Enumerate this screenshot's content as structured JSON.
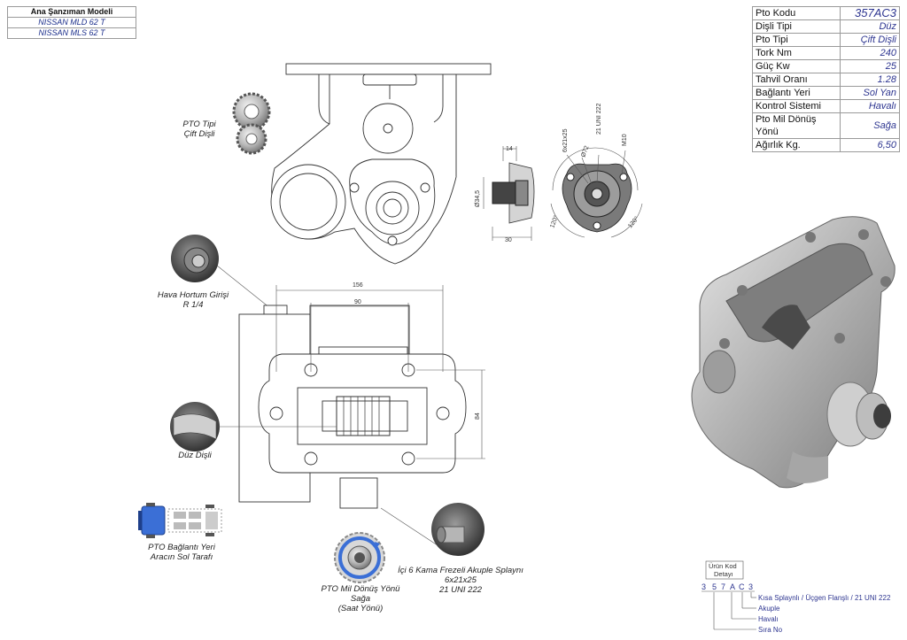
{
  "model_table": {
    "header": "Ana Şanzıman Modeli",
    "rows": [
      "NISSAN MLD 62 T",
      "NISSAN MLS 62 T"
    ]
  },
  "spec_table": [
    {
      "label": "Pto Kodu",
      "value": "357AC3"
    },
    {
      "label": "Dişli Tipi",
      "value": "Düz"
    },
    {
      "label": "Pto Tipi",
      "value": "Çift Dişli"
    },
    {
      "label": "Tork Nm",
      "value": "240"
    },
    {
      "label": "Güç Kw",
      "value": "25"
    },
    {
      "label": "Tahvil Oranı",
      "value": "1.28"
    },
    {
      "label": "Bağlantı Yeri",
      "value": "Sol Yan"
    },
    {
      "label": "Kontrol Sistemi",
      "value": "Havalı"
    },
    {
      "label": "Pto Mil Dönüş Yönü",
      "value": "Sağa"
    },
    {
      "label": "Ağırlık Kg.",
      "value": "6,50"
    }
  ],
  "captions": {
    "pto_tipi": [
      "PTO Tipi",
      "Çift Dişli"
    ],
    "hava_hortum": [
      "Hava Hortum Girişi",
      "R 1/4"
    ],
    "duz_disli": [
      "Düz Dişli"
    ],
    "baglanti_yeri": [
      "PTO Bağlantı Yeri",
      "Aracın Sol Tarafı"
    ],
    "mil_donus": [
      "PTO Mil Dönüş Yönü",
      "Sağa",
      "(Saat Yönü)"
    ],
    "kama": [
      "İçi 6 Kama Frezeli Akuple Splaynı",
      "6x21x25",
      "21 UNI 222"
    ]
  },
  "dimensions": {
    "width_156": "156",
    "width_90": "90",
    "height_84": "84",
    "d14": "14",
    "d30": "30",
    "d345": "Ø34,5",
    "spline": "6x21x25",
    "uni": "21 UNI 222",
    "m10": "M10",
    "d72": "Ø72",
    "ang1": "120°",
    "ang2": "120°"
  },
  "code_legend": {
    "title_line1": "Ürün Kod",
    "title_line2": "Detayı",
    "chars": [
      "3",
      "5",
      "7",
      "A",
      "C",
      "3"
    ],
    "items": [
      "Kısa Splaynlı / Üçgen Flanşlı / 21 UNI 222",
      "Akuple",
      "Havalı",
      "Sıra No"
    ]
  },
  "colors": {
    "accent_text": "#2d3590",
    "connector_blue": "#3b6fd6"
  }
}
